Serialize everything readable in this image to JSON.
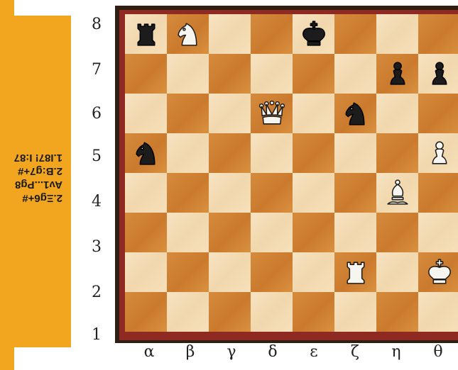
{
  "sidebar": {
    "notes": [
      "2.Ξg6+#",
      "Αν1...Ρg8",
      "2.Β:g7+#",
      "1.Ι87! Ι:87"
    ]
  },
  "board": {
    "ranks": [
      "8",
      "7",
      "6",
      "5",
      "4",
      "3",
      "2",
      "1"
    ],
    "files": [
      "α",
      "β",
      "γ",
      "δ",
      "ε",
      "ζ",
      "η",
      "θ"
    ],
    "pieces": [
      {
        "square": "a8",
        "type": "rook",
        "color": "black",
        "name": "black-rook-icon"
      },
      {
        "square": "b8",
        "type": "knight",
        "color": "white",
        "name": "white-knight-icon"
      },
      {
        "square": "e8",
        "type": "king",
        "color": "black",
        "name": "black-king-icon"
      },
      {
        "square": "g7",
        "type": "pawn",
        "color": "black",
        "name": "black-pawn-icon"
      },
      {
        "square": "h7",
        "type": "pawn",
        "color": "black",
        "name": "black-pawn-icon"
      },
      {
        "square": "d6",
        "type": "queen",
        "color": "white",
        "name": "white-queen-icon"
      },
      {
        "square": "f6",
        "type": "knight",
        "color": "black",
        "name": "black-knight-icon"
      },
      {
        "square": "a5",
        "type": "knight",
        "color": "black",
        "name": "black-knight-icon"
      },
      {
        "square": "h5",
        "type": "pawn",
        "color": "white",
        "name": "white-pawn-icon"
      },
      {
        "square": "g4",
        "type": "bishop",
        "color": "white",
        "name": "white-bishop-icon"
      },
      {
        "square": "f2",
        "type": "rook",
        "color": "white",
        "name": "white-rook-icon"
      },
      {
        "square": "h2",
        "type": "king",
        "color": "white",
        "name": "white-king-icon"
      }
    ]
  },
  "colors": {
    "panel": "#f2a51e",
    "light_square": "#f4ddb6",
    "dark_square": "#d2843a",
    "frame": "#8e2a22"
  }
}
